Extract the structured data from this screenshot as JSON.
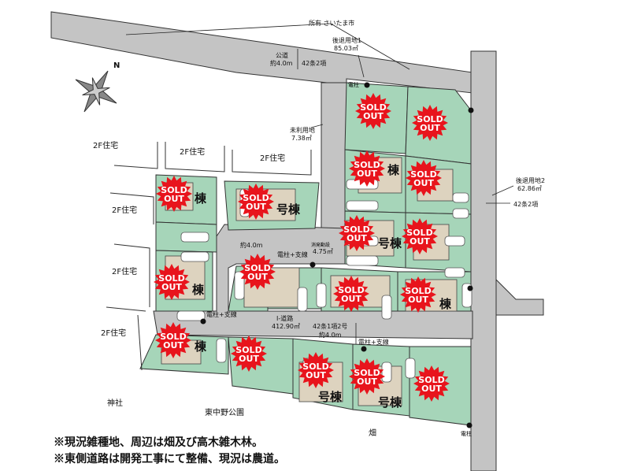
{
  "labels": {
    "owner": "所有 さいたま市",
    "setback1_name": "後退用地1",
    "setback1_area": "85.03㎡",
    "public_road": "公道",
    "public_road_width": "約4.0m",
    "article_42_2_top": "42条2項",
    "unused_name": "未利用地",
    "unused_area": "7.38㎡",
    "setback2_name": "後退用地2",
    "setback2_area": "62.86㎡",
    "article_42_2_east": "42条2項",
    "inner_road_width": "約4.0m",
    "pole_branch": "電柱+支線",
    "pole": "電柱",
    "pole_branch_vertical": "電柱+支線",
    "garbage_name": "消発動設",
    "garbage_area": "4.75㎡",
    "road_name": "Ⅰ-道路",
    "road_area": "412.90㎡",
    "road_article": "42条1項2号",
    "road_width": "約4.0m",
    "shrine": "神社",
    "park": "東中野公園",
    "field": "畑",
    "house_2f": "2F住宅",
    "building_suffix": "号棟",
    "building_short": "棟"
  },
  "sold_label_1": "SOLD",
  "sold_label_2": "OUT",
  "sold_count": 17,
  "notes": [
    "※現況雑種地、周辺は畑及び高木雑木林。",
    "※東側道路は開発工事にて整備、現況は農道。"
  ],
  "colors": {
    "lot": "#a6d5b9",
    "road": "#c4c4c4",
    "house": "#ddd3bf",
    "sold": "#e8141c"
  }
}
